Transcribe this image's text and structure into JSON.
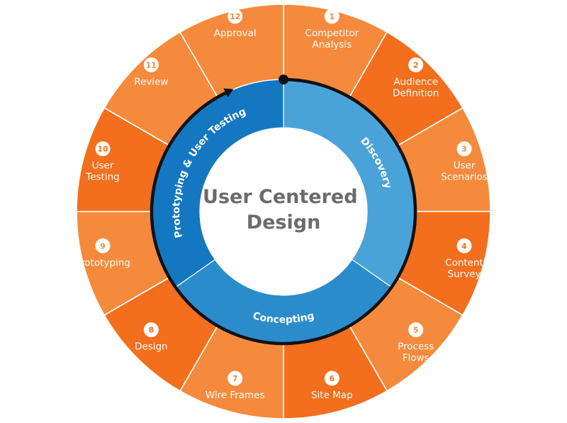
{
  "title_lines": [
    "User Centered",
    "Design"
  ],
  "colors": {
    "segment_dark": "#f36e1d",
    "segment_light": "#f58a3c",
    "segment_divider": "#ffffff",
    "phase_discovery": "#4aa3d8",
    "phase_concepting": "#2b8ccc",
    "phase_prototyping": "#1477c2",
    "arrow": "#111111",
    "center_text": "#6b6b6b"
  },
  "steps": [
    {
      "number": "1",
      "lines": [
        "Competitor",
        "Analysis"
      ]
    },
    {
      "number": "2",
      "lines": [
        "Audience",
        "Definition"
      ]
    },
    {
      "number": "3",
      "lines": [
        "User",
        "Scenarios"
      ]
    },
    {
      "number": "4",
      "lines": [
        "Content",
        "Survey"
      ]
    },
    {
      "number": "5",
      "lines": [
        "Process",
        "Flows"
      ]
    },
    {
      "number": "6",
      "lines": [
        "Site Map"
      ]
    },
    {
      "number": "7",
      "lines": [
        "Wire Frames"
      ]
    },
    {
      "number": "8",
      "lines": [
        "Design"
      ]
    },
    {
      "number": "9",
      "lines": [
        "Prototyping"
      ]
    },
    {
      "number": "10",
      "lines": [
        "User",
        "Testing"
      ]
    },
    {
      "number": "11",
      "lines": [
        "Review"
      ]
    },
    {
      "number": "12",
      "lines": [
        "Approval"
      ]
    }
  ],
  "phases": [
    {
      "label": "Discovery"
    },
    {
      "label": "Concepting"
    },
    {
      "label": "Prototyping & User Testing"
    }
  ]
}
